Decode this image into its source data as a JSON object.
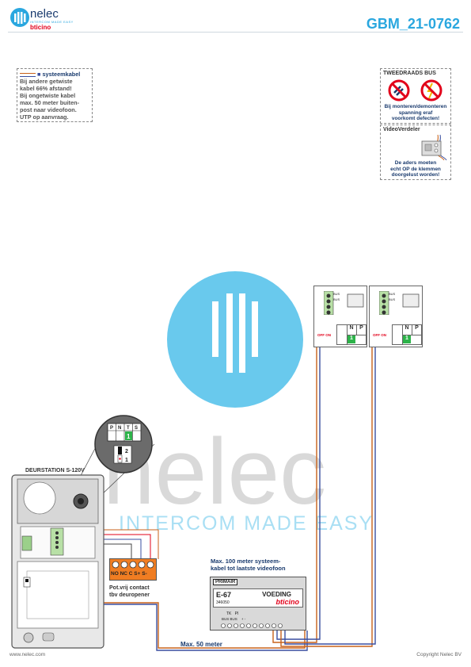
{
  "header": {
    "brand": "nelec",
    "brand_sub": "INTERCOM MADE EASY",
    "brand_partner": "bticino",
    "doc_number": "GBM_21-0762"
  },
  "notes": {
    "legend": "systeemkabel",
    "lines": [
      "Bij andere getwiste",
      "kabel 66% afstand!",
      "Bij ongetwiste kabel",
      "max. 50 meter buiten-",
      "post naar videofoon.",
      "UTP op aanvraag."
    ]
  },
  "bus_panel": {
    "title": "TWEEDRAADS BUS",
    "caption_lines": [
      "Bij monteren/demonteren",
      "spanning eraf",
      "voorkomt defecten!"
    ]
  },
  "video_panel": {
    "title": "VideoVerdeler",
    "caption_lines": [
      "De aders moeten",
      "echt OP de klemmen",
      "doorgelust worden!"
    ]
  },
  "door_station": {
    "title": "DEURSTATION S-120V",
    "dip_terminals": [
      "P",
      "N",
      "T",
      "S"
    ],
    "dip_value": "1",
    "jumper_labels": [
      "2",
      "1"
    ]
  },
  "relay": {
    "terminals": [
      "NO",
      "NC",
      "C",
      "S+",
      "S-"
    ],
    "caption_lines": [
      "Pot.vrij contact",
      "tbv deuropener"
    ]
  },
  "power_supply": {
    "max_note_lines": [
      "Max. 100 meter systeem-",
      "kabel tot laatste videofoon"
    ],
    "primary_label": "PRIMAIR",
    "model": "E-67",
    "name": "VOEDING",
    "brand": "bticino",
    "code": "346050",
    "bottom_labels": [
      "TK",
      "PI"
    ],
    "terminal_labels": [
      "BUS",
      "BUS",
      "+",
      "-"
    ]
  },
  "videophones": [
    {
      "terminal_labels": [
        "BUS",
        "BUS"
      ],
      "table_headers": [
        "N",
        "P"
      ],
      "table_value": "1",
      "switch_label": "OFF ON"
    },
    {
      "terminal_labels": [
        "BUS",
        "BUS"
      ],
      "table_headers": [
        "N",
        "P"
      ],
      "table_value": "1",
      "switch_label": "OFF ON"
    }
  ],
  "cable_note": "Max. 50 meter",
  "watermark": {
    "word": "nelec",
    "slogan": "INTERCOM MADE EASY"
  },
  "footer": {
    "left": "www.nelec.com",
    "right": "Copyright Nelec BV"
  },
  "colors": {
    "accent": "#2aa7df",
    "navy": "#1a3b6e",
    "wire_orange": "#c8621a",
    "wire_blue": "#3a4fa0",
    "relay_orange": "#f07d22",
    "green": "#2db34a",
    "red": "#e2001a"
  }
}
